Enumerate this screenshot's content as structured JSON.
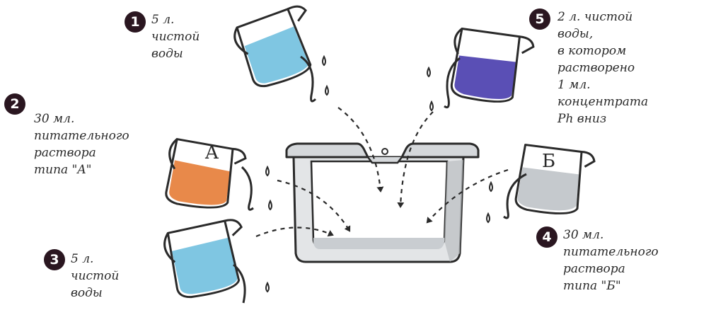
{
  "steps": [
    {
      "number": "1",
      "text": "5 л. чистой\nводы",
      "liquid_color": "#7fc6e2"
    },
    {
      "number": "2",
      "text": "30 мл. питательного\nраствора типа \"A\"",
      "jug_letter": "A",
      "liquid_color": "#e8894a"
    },
    {
      "number": "3",
      "text": "5 л. чистой\nводы",
      "liquid_color": "#7fc6e2"
    },
    {
      "number": "4",
      "text": "30 мл.\nпитательного\nраствора типа \"Б\"",
      "jug_letter": "Б",
      "liquid_color": "#c5c9cd"
    },
    {
      "number": "5",
      "text": "2 л. чистой воды,\nв котором растворено\n1 мл. концентрата\nPh вниз",
      "liquid_color": "#5a4fb5"
    }
  ],
  "colors": {
    "badge": "#2a1620",
    "outline": "#2a2a2a",
    "tank": "#e3e5e7",
    "tank_dark": "#b9bdc1"
  }
}
